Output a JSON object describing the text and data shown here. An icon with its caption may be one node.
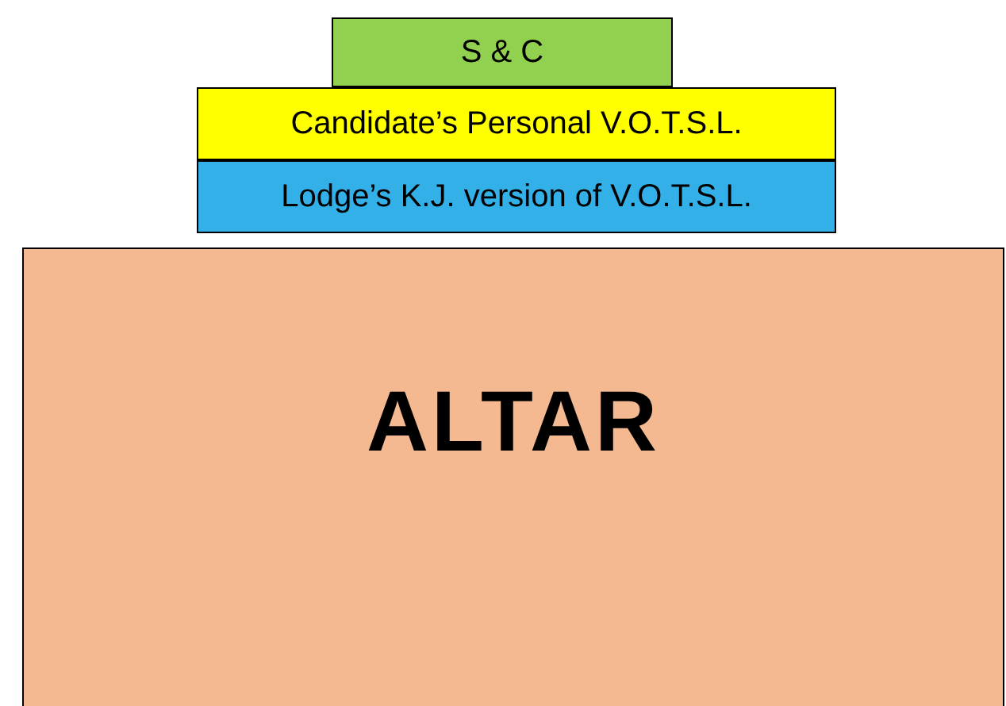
{
  "diagram": {
    "nodes": [
      {
        "text": [
          "S & C"
        ]
      },
      {
        "text": [
          "Candidate’s Personal V.O.T.S.L."
        ]
      },
      {
        "text": [
          "Lodge’s K.J. version of V.O.T.S.L."
        ]
      },
      {
        "text": [
          "ALTAR"
        ]
      }
    ]
  }
}
